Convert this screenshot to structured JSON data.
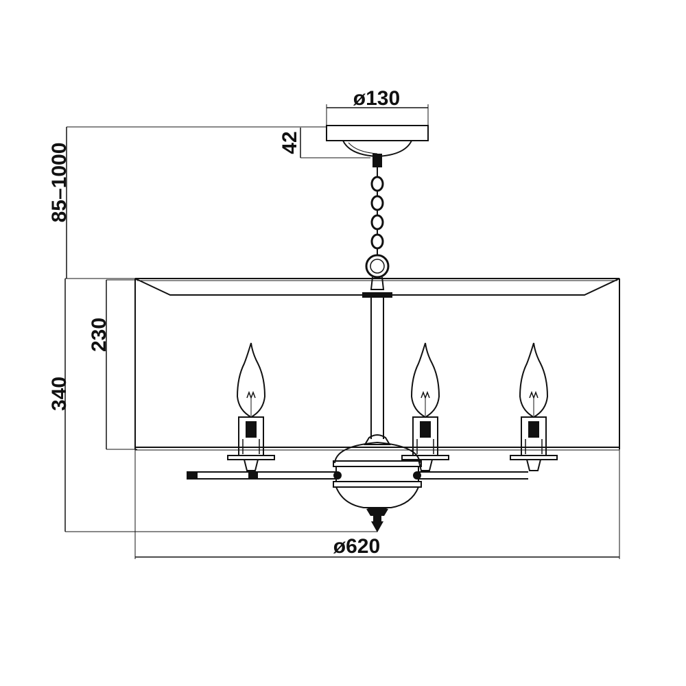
{
  "dimensions": {
    "canopy_diameter": "ø130",
    "canopy_height": "42",
    "chain_length": "85–1000",
    "shade_height": "230",
    "total_height": "340",
    "shade_diameter": "ø620"
  },
  "colors": {
    "line": "#111111",
    "background": "#ffffff"
  }
}
